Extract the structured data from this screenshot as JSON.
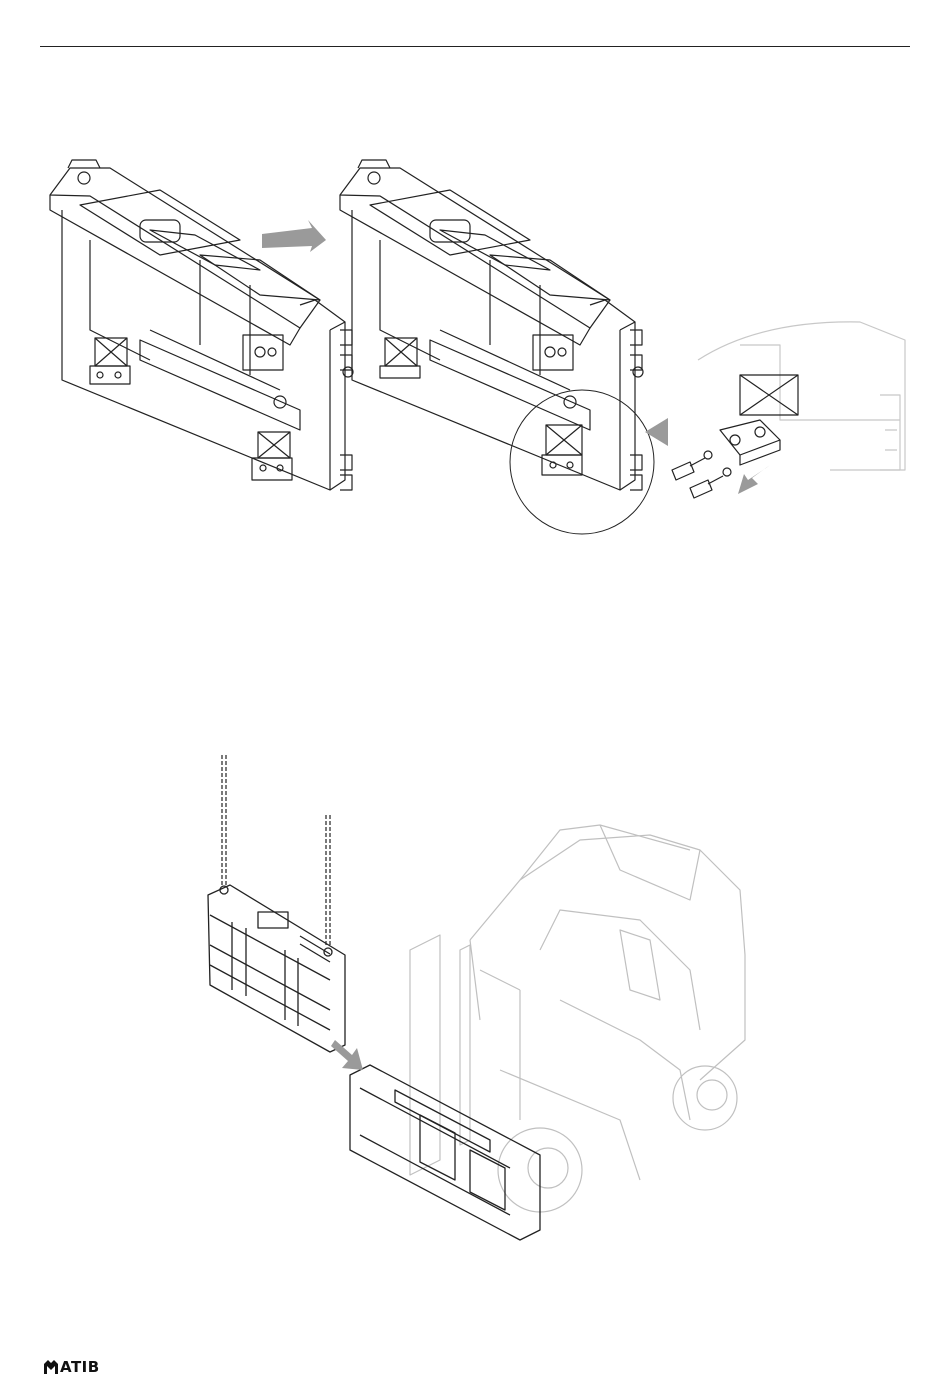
{
  "document": {
    "figures": [
      {
        "name": "sideshift-carriage-pad-removal"
      },
      {
        "name": "attachment-lift-onto-forklift"
      }
    ],
    "colors": {
      "line": "#222222",
      "arrow": "#9a9a9a",
      "faded": "#c8c8c8"
    }
  },
  "footer": {
    "logo_text": "ATIB"
  }
}
